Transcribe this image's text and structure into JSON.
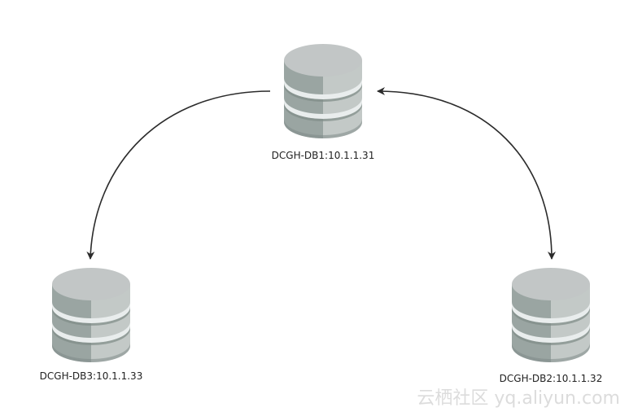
{
  "nodes": [
    {
      "id": "db1",
      "label": "DCGH-DB1:10.1.1.31"
    },
    {
      "id": "db2",
      "label": "DCGH-DB2:10.1.1.32"
    },
    {
      "id": "db3",
      "label": "DCGH-DB3:10.1.1.33"
    }
  ],
  "edges": [
    {
      "from": "db1",
      "to": "db3",
      "direction": "forward"
    },
    {
      "from": "db1",
      "to": "db2",
      "direction": "both"
    }
  ],
  "watermark": "云栖社区 yq.aliyun.com",
  "colors": {
    "cylinder_top": "#c2c6c6",
    "cylinder_left": "#9aa5a2",
    "cylinder_right": "#c3c9c7",
    "cylinder_band": "#e9eded",
    "cylinder_bottom_rim": "#7f8b88",
    "arrow": "#2b2b2b"
  }
}
